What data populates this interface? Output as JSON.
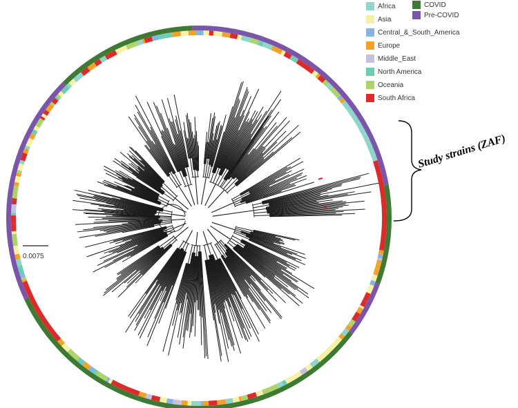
{
  "legend": {
    "regions": [
      {
        "label": "Africa",
        "color": "#8fd5cc"
      },
      {
        "label": "Asia",
        "color": "#f5f1a6"
      },
      {
        "label": "Central_&_South_America",
        "color": "#86b3e0"
      },
      {
        "label": "Europe",
        "color": "#f4a128"
      },
      {
        "label": "Middle_East",
        "color": "#c7c0e0"
      },
      {
        "label": "North America",
        "color": "#6fcdb4"
      },
      {
        "label": "Oceania",
        "color": "#acd46a"
      },
      {
        "label": "South Africa",
        "color": "#dd2b2b"
      }
    ],
    "periods": [
      {
        "label": "COVID",
        "color": "#3e7a34"
      },
      {
        "label": "Pre-COVID",
        "color": "#7b55aa"
      }
    ]
  },
  "scale_bar": {
    "label": "0.0075"
  },
  "annotation": {
    "label": "Study strains (ZAF)"
  },
  "colors": {
    "branch": "#1a1a1a",
    "highlight_tip": "#dd2b2b"
  }
}
